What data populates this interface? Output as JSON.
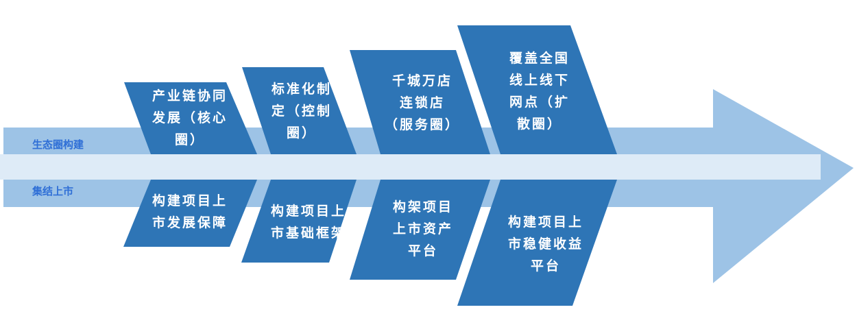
{
  "colors": {
    "band": "#9dc3e6",
    "stripe": "#deebf7",
    "box": "#2e75b6",
    "label": "#2f6fd6"
  },
  "rows": {
    "top_label": "生态圈构建",
    "bottom_label": "集结上市"
  },
  "top_boxes": [
    {
      "text": "产业链协同\n发展（核心\n圈）"
    },
    {
      "text": "标准化制\n定（控制\n圈）"
    },
    {
      "text": "千城万店\n连锁店\n（服务圈）"
    },
    {
      "text": "覆盖全国\n线上线下\n网点（扩\n散圈）"
    }
  ],
  "bottom_boxes": [
    {
      "text": "构建项目上\n市发展保障"
    },
    {
      "text": "构建项目上\n市基础框架"
    },
    {
      "text": "构架项目\n上市资产\n平台"
    },
    {
      "text": "构建项目上\n市稳健收益\n平台"
    }
  ]
}
